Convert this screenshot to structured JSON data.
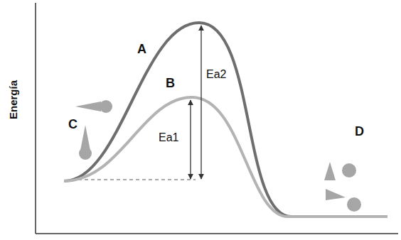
{
  "diagram": {
    "labels": [
      "Energía",
      "A",
      "B",
      "Ea2",
      "C",
      "Ea1",
      "D"
    ]
  }
}
